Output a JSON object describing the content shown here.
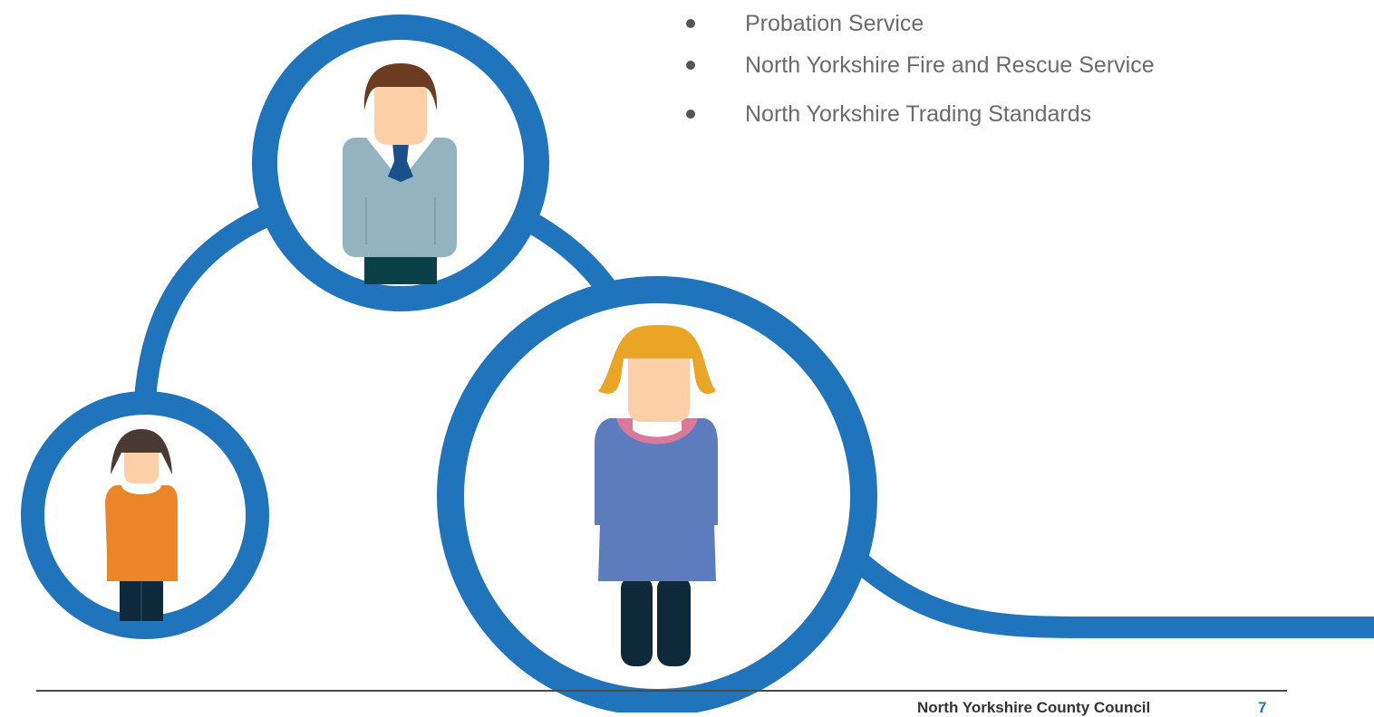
{
  "bullets": [
    "Probation Service",
    "North Yorkshire Fire and Rescue Service",
    "North Yorkshire Trading Standards"
  ],
  "footer": {
    "organisation": "North Yorkshire County Council",
    "page_number": "7"
  },
  "colors": {
    "ring_blue": "#1f74bc",
    "skin": "#fccfa8",
    "man_hair": "#6b3c22",
    "man_sweater": "#93b4bf",
    "man_tie": "#1a4f8a",
    "man_trousers": "#0c4048",
    "girl_hair": "#4a3a33",
    "girl_top": "#ea8628",
    "girl_trousers": "#0e2a3a",
    "woman_hair": "#eaa526",
    "woman_dress": "#5d7cbd",
    "woman_collar": "#d97a9a",
    "woman_legs": "#0e2a3a"
  },
  "icons": [
    "man-figure-icon",
    "girl-figure-icon",
    "woman-figure-icon"
  ]
}
